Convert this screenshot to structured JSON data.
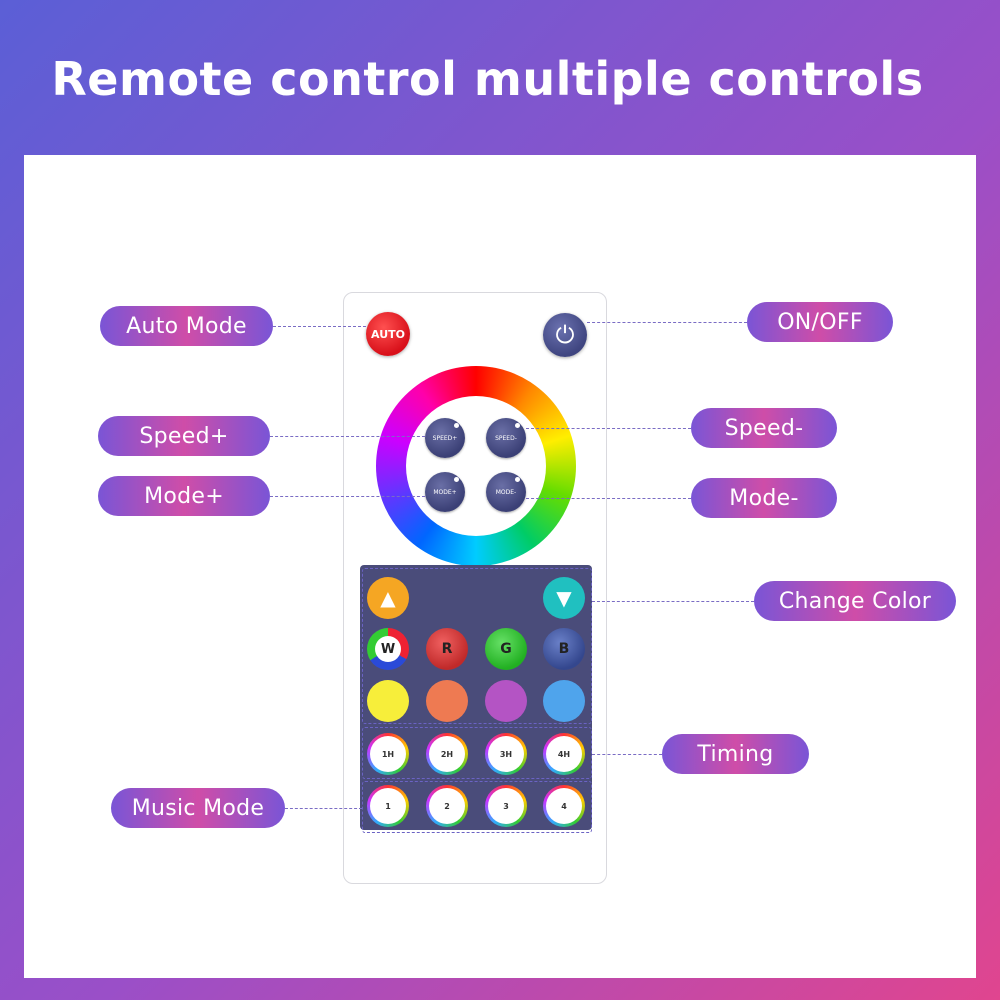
{
  "headline": "Remote control multiple controls",
  "labels": {
    "auto_mode": "Auto Mode",
    "on_off": "ON/OFF",
    "speed_plus": "Speed+",
    "speed_minus": "Speed-",
    "mode_plus": "Mode+",
    "mode_minus": "Mode-",
    "change_color": "Change Color",
    "timing": "Timing",
    "music_mode": "Music Mode"
  },
  "remote": {
    "auto_label": "AUTO",
    "speed_plus": "SPEED+",
    "speed_minus": "SPEED-",
    "mode_plus": "MODE+",
    "mode_minus": "MODE-",
    "w": "W",
    "r": "R",
    "g": "G",
    "b": "B",
    "timers": [
      "1H",
      "2H",
      "3H",
      "4H"
    ],
    "music": [
      "1",
      "2",
      "3",
      "4"
    ],
    "color_swatches": [
      "#f7ee3a",
      "#ee7a52",
      "#b454c4",
      "#4fa4ec"
    ]
  },
  "colors": {
    "pill_start": "#7a55d6",
    "pill_mid": "#cf4da8",
    "auto_red": "#d8101a",
    "panel_dark": "#4a4c7a"
  }
}
